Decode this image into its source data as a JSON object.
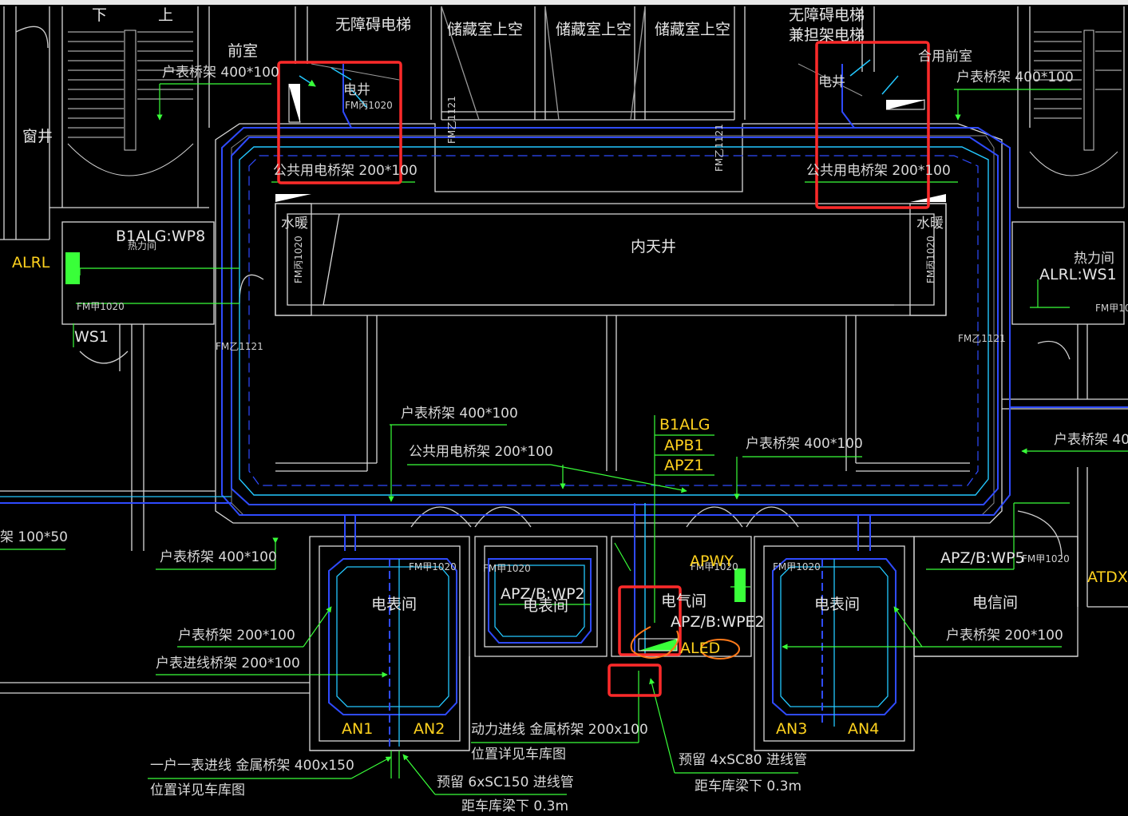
{
  "colors": {
    "background": "#000000",
    "wall": "#d9d9d9",
    "tray_blue": "#2f4bff",
    "tray_cyan": "#23c8ff",
    "lead_green": "#39ff39",
    "highlight_red": "#ff2a2a",
    "annotation_orange": "#ff7a1a",
    "equipment_label_yellow": "#ffd21e"
  },
  "rooms": {
    "barrier_free_elevator": "无障碍电梯",
    "storage_1": "储藏室上空",
    "storage_2": "储藏室上空",
    "storage_3": "储藏室上空",
    "barrier_free_elevator_r1": "无障碍电梯",
    "barrier_free_elevator_r2": "兼担架电梯",
    "front_room_left": "前室",
    "shared_front_room": "合用前室",
    "window_shaft": "窗井",
    "inner_courtyard": "内天井",
    "elec_shaft_left": "电井",
    "elec_shaft_right": "电井",
    "water_heating_left": "水暖",
    "water_heating_right": "水暖",
    "heat_room_left": "热力间",
    "heat_room_right": "热力间",
    "meter_room_1": "电表间",
    "meter_room_2": "电表间",
    "meter_room_3": "电表间",
    "electrical_room": "电气间",
    "telecom_room": "电信间"
  },
  "doors": {
    "fm_jia_1020": "FM甲1020",
    "fm_yi_1121": "FM乙1121",
    "fm_bing_1020": "FM丙1020"
  },
  "trays": {
    "meter_tray_400x100": "户表桥架  400*100",
    "public_tray_200x100": "公共用电桥架  200*100",
    "public_tray_200x100_mid": "公共用电桥架  200*100",
    "meter_tray_200x100": "户表桥架  200*100",
    "meter_inlet_tray_200x100": "户表进线桥架  200*100",
    "tray_100x50": "架  100*50"
  },
  "equipment": {
    "alrl": "ALRL",
    "alrl_wp8": "B1ALG:WP8",
    "ws1": "WS1",
    "alrl_ws1": "ALRL:WS1",
    "b1alg": "B1ALG",
    "apb1": "APB1",
    "apz1": "APZ1",
    "apwy": "APWY",
    "apz_wp2": "APZ/B:WP2",
    "apz_wpe2": "APZ/B:WPE2",
    "apz_wp5": "APZ/B:WP5",
    "aled": "ALED",
    "atdx": "ATDX",
    "an1": "AN1",
    "an2": "AN2",
    "an3": "AN3",
    "an4": "AN4"
  },
  "notes": {
    "power_inlet": "动力进线   金属桥架  200x100",
    "see_garage_1": "位置详见车库图",
    "meter_inlet": "一户一表进线   金属桥架  400x150",
    "see_garage_2": "位置详见车库图",
    "reserve_6sc150": "预留  6xSC150  进线管",
    "beam_03_left": "距车库梁下   0.3m",
    "reserve_4sc80": "预留  4xSC80  进线管",
    "beam_03_right": "距车库梁下   0.3m"
  },
  "stairs": {
    "down": "下",
    "up": "上"
  }
}
